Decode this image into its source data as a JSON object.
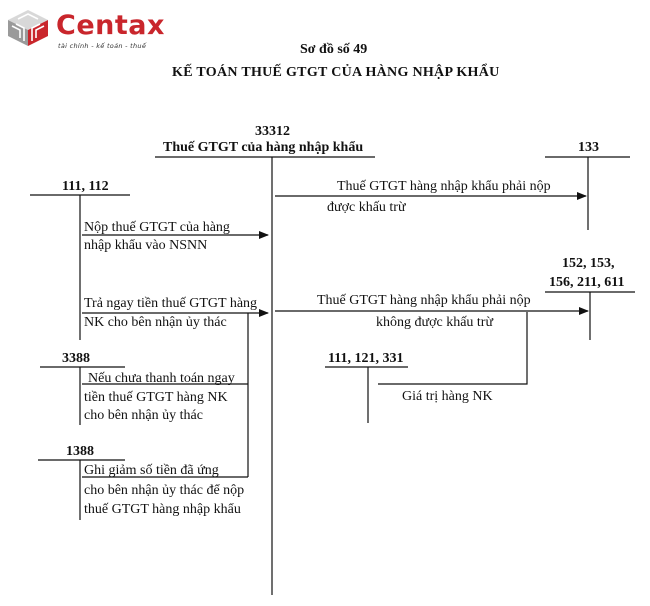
{
  "logo": {
    "brand": "Centax",
    "tagline": "tài chính - kế toán - thuế",
    "brand_color": "#c9262c"
  },
  "header": {
    "subtitle": "Sơ đồ số 49",
    "title": "KẾ TOÁN THUẾ GTGT CỦA HÀNG NHẬP KHẨU"
  },
  "accounts": {
    "a33312_code": "33312",
    "a33312_name": "Thuế GTGT của hàng nhập khẩu",
    "a133": "133",
    "a111_112": "111, 112",
    "a152_line1": "152, 153,",
    "a152_line2": "156, 211, 611",
    "a3388": "3388",
    "a111_121_331": "111, 121, 331",
    "a1388": "1388"
  },
  "entries": {
    "deductible_1": "Thuế GTGT hàng nhập khẩu phải nộp",
    "deductible_2": "được khấu trừ",
    "pay_nsnn_1": "Nộp thuế GTGT của hàng",
    "pay_nsnn_2": "nhập khẩu vào NSNN",
    "pay_agent_1": "Trả ngay tiền thuế GTGT hàng",
    "pay_agent_2": "NK cho bên nhận ủy thác",
    "nondeductible_1": "Thuế GTGT hàng nhập khẩu phải nộp",
    "nondeductible_2": "không được khấu trừ",
    "unpaid_1": "Nếu chưa thanh toán ngay",
    "unpaid_2": "tiền thuế GTGT hàng NK",
    "unpaid_3": "cho bên nhận ủy thác",
    "import_value": "Giá trị hàng NK",
    "advance_1": "Ghi giảm số tiền đã ứng",
    "advance_2": "cho bên nhận ủy thác để nộp",
    "advance_3": "thuế GTGT hàng nhập khẩu"
  }
}
